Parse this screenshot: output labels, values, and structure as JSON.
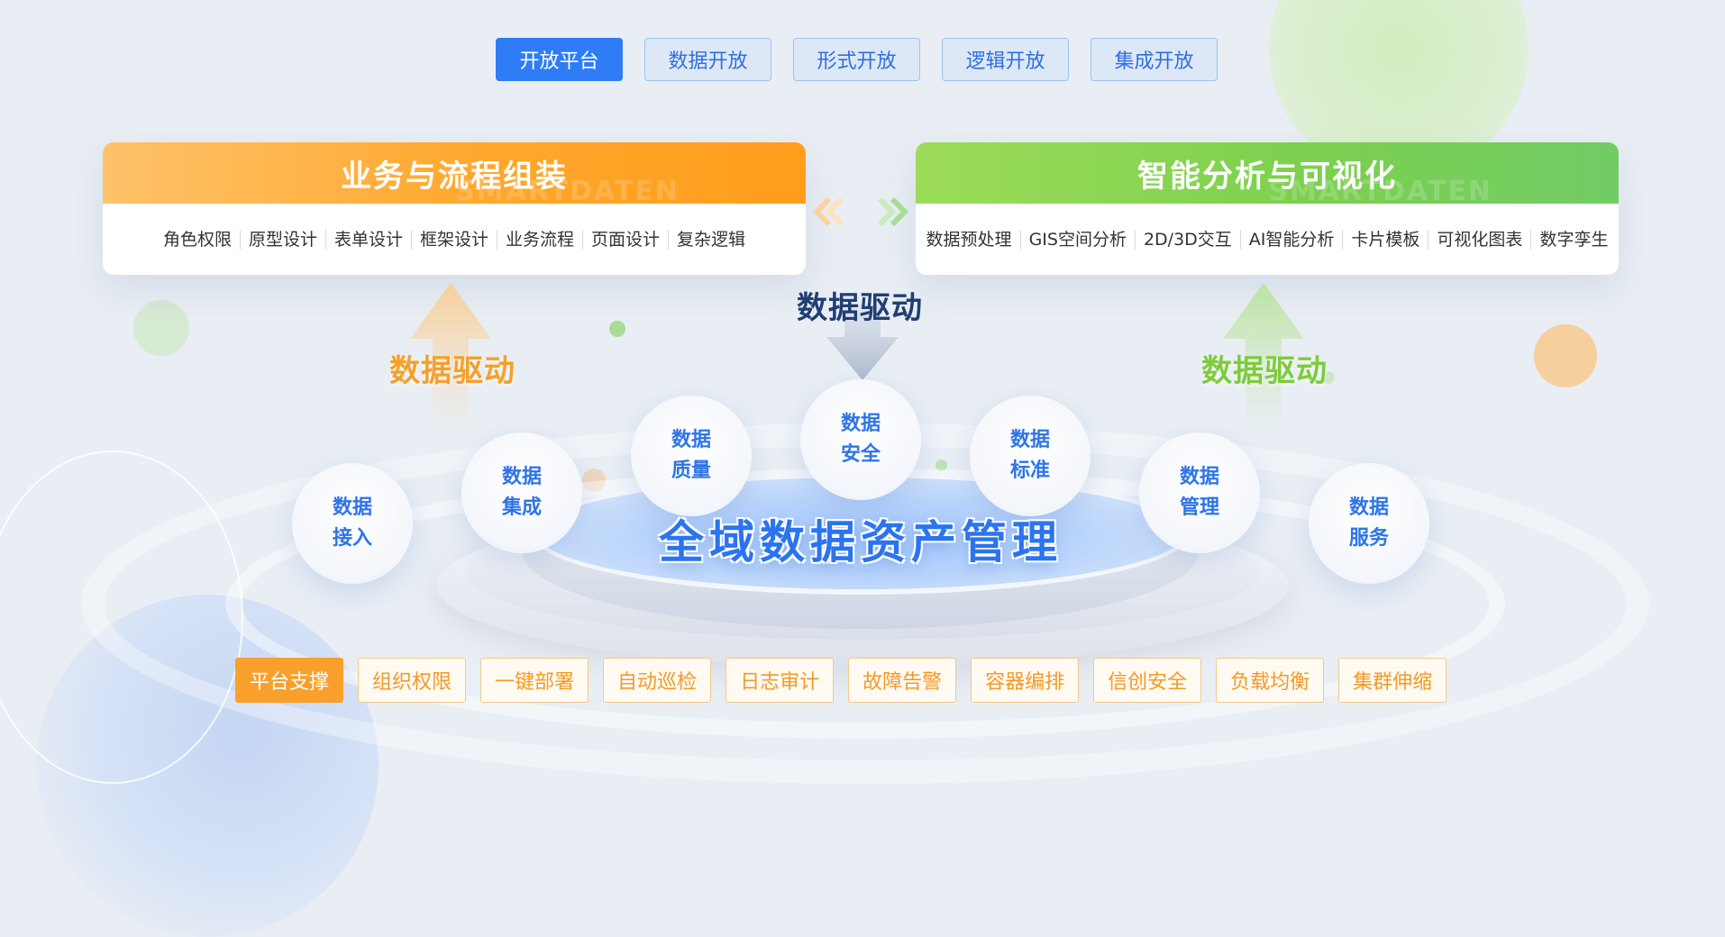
{
  "tabs": [
    {
      "label": "开放平台",
      "active": true
    },
    {
      "label": "数据开放",
      "active": false
    },
    {
      "label": "形式开放",
      "active": false
    },
    {
      "label": "逻辑开放",
      "active": false
    },
    {
      "label": "集成开放",
      "active": false
    }
  ],
  "left_card": {
    "title": "业务与流程组装",
    "items": [
      "角色权限",
      "原型设计",
      "表单设计",
      "框架设计",
      "业务流程",
      "页面设计",
      "复杂逻辑"
    ]
  },
  "right_card": {
    "title": "智能分析与可视化",
    "items": [
      "数据预处理",
      "GIS空间分析",
      "2D/3D交互",
      "AI智能分析",
      "卡片模板",
      "可视化图表",
      "数字孪生"
    ]
  },
  "watermark": "SMARTDATEN",
  "drive_labels": {
    "center": "数据驱动",
    "left": "数据驱动",
    "right": "数据驱动"
  },
  "circles": [
    {
      "line1": "数据",
      "line2": "接入"
    },
    {
      "line1": "数据",
      "line2": "集成"
    },
    {
      "line1": "数据",
      "line2": "质量"
    },
    {
      "line1": "数据",
      "line2": "安全"
    },
    {
      "line1": "数据",
      "line2": "标准"
    },
    {
      "line1": "数据",
      "line2": "管理"
    },
    {
      "line1": "数据",
      "line2": "服务"
    }
  ],
  "main_title": "全域数据资产管理",
  "bottom_tags": [
    {
      "label": "平台支撑",
      "active": true
    },
    {
      "label": "组织权限",
      "active": false
    },
    {
      "label": "一键部署",
      "active": false
    },
    {
      "label": "自动巡检",
      "active": false
    },
    {
      "label": "日志审计",
      "active": false
    },
    {
      "label": "故障告警",
      "active": false
    },
    {
      "label": "容器编排",
      "active": false
    },
    {
      "label": "信创安全",
      "active": false
    },
    {
      "label": "负载均衡",
      "active": false
    },
    {
      "label": "集群伸缩",
      "active": false
    }
  ],
  "colors": {
    "primary_blue": "#2e7cf6",
    "orange": "#ffa72c",
    "green": "#7cd04e",
    "drive_center": "#1f3f74",
    "drive_left": "#f6a02a",
    "drive_right": "#7ccc3c"
  }
}
